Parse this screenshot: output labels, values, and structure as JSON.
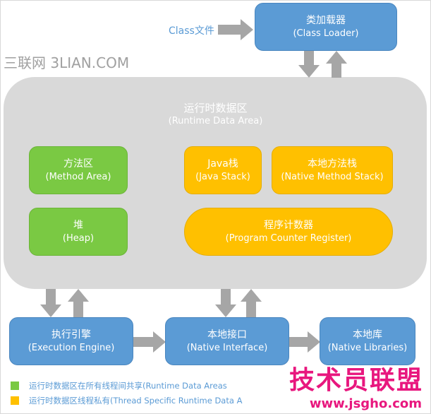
{
  "class_file": "Class文件",
  "watermark": "三联网 3LIAN.COM",
  "class_loader": {
    "zh": "类加载器",
    "en": "(Class Loader)"
  },
  "runtime": {
    "zh": "运行时数据区",
    "en": "(Runtime Data Area)"
  },
  "method_area": {
    "zh": "方法区",
    "en": "(Method Area)"
  },
  "heap": {
    "zh": "堆",
    "en": "(Heap)"
  },
  "java_stack": {
    "zh": "Java栈",
    "en": "(Java Stack)"
  },
  "native_method_stack": {
    "zh": "本地方法栈",
    "en": "(Native Method Stack)"
  },
  "program_counter": {
    "zh": "程序计数器",
    "en": "(Program Counter Register)"
  },
  "execution_engine": {
    "zh": "执行引擎",
    "en": "(Execution Engine)"
  },
  "native_interface": {
    "zh": "本地接口",
    "en": "(Native Interface)"
  },
  "native_libraries": {
    "zh": "本地库",
    "en": "(Native Libraries)"
  },
  "legend": {
    "shared": "运行时数据区在所有线程间共享(Runtime Data Areas",
    "private": "运行时数据区线程私有(Thread Specific Runtime Data A"
  },
  "colors": {
    "blue": "#5b9bd5",
    "green": "#7ac943",
    "yellow": "#ffc000",
    "gray": "#d9d9d9",
    "arrow": "#a6a6a6"
  },
  "brand": {
    "name": "技术员联盟",
    "url": "www.jsgho.com"
  }
}
